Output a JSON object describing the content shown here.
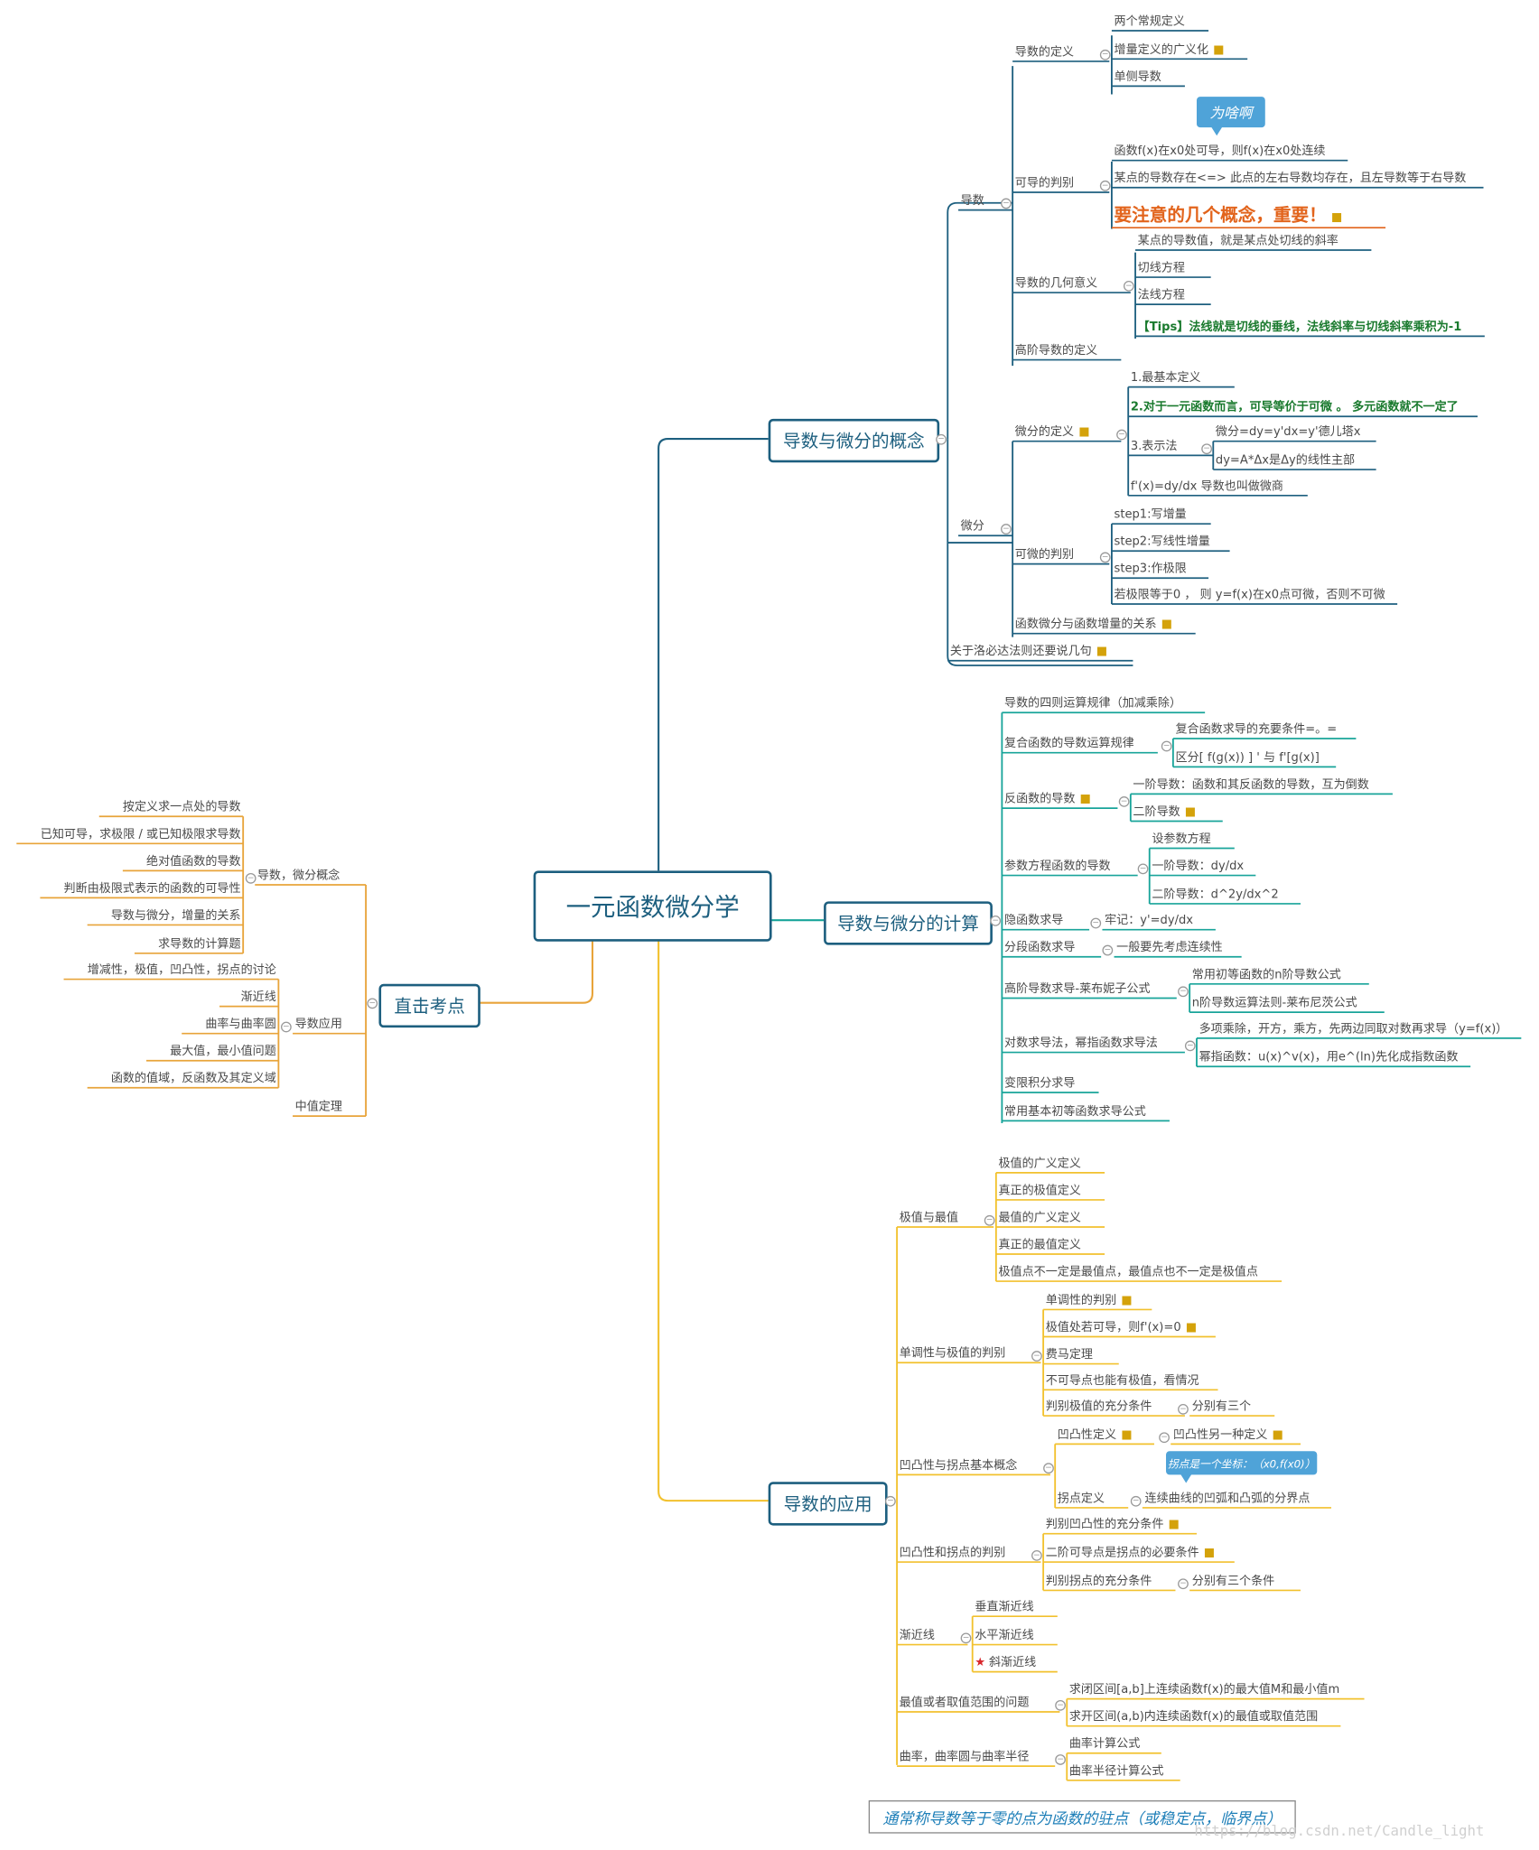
{
  "root": {
    "label": "一元函数微分学"
  },
  "colors": {
    "blue": "#1d5f7f",
    "teal": "#18a49a",
    "gold": "#f2c12e",
    "orange": "#e8a43a",
    "red": "#e2641c",
    "green": "#1a7a2e"
  },
  "branches": [
    {
      "id": "b1",
      "label": "导数与微分的概念"
    },
    {
      "id": "b2",
      "label": "导数与微分的计算"
    },
    {
      "id": "b3",
      "label": "导数的应用"
    },
    {
      "id": "b4",
      "label": "直击考点"
    }
  ],
  "labels": {
    "dshu": "导数",
    "weifen": "微分",
    "n_ddy": "导数的定义",
    "n_ddy1": "两个常规定义",
    "n_ddy2": "增量定义的广义化",
    "n_ddy3": "单侧导数",
    "tip1": "为啥啊",
    "n_kdpb": "可导的判别",
    "n_kd1": "函数f(x)在x0处可导，则f(x)在x0处连续",
    "n_kd2": "某点的导数存在<=> 此点的左右导数均存在，且左导数等于右导数",
    "n_kd3": "要注意的几个概念，重要！",
    "n_jh": "导数的几何意义",
    "n_jh1": "某点的导数值，就是某点处切线的斜率",
    "n_jh2": "切线方程",
    "n_jh3": "法线方程",
    "n_jh4": "【Tips】法线就是切线的垂线，法线斜率与切线斜率乘积为-1",
    "n_gj": "高阶导数的定义",
    "n_wfdy": "微分的定义",
    "n_wf1": "1.最基本定义",
    "n_wf2": "2.对于一元函数而言，可导等价于可微 。 多元函数就不一定了",
    "n_wf3": "3.表示法",
    "n_wf3a": "微分=dy=y'dx=y'德儿塔x",
    "n_wf3b": "dy=A*Δx是Δy的线性主部",
    "n_wf4": "f'(x)=dy/dx   导数也叫做微商",
    "n_kwpb": "可微的判别",
    "n_kw1": "step1:写增量",
    "n_kw2": "step2:写线性增量",
    "n_kw3": "step3:作极限",
    "n_kw4": "若极限等于0 ， 则 y=f(x)在x0点可微，否则不可微",
    "n_hswf": "函数微分与函数增量的关系",
    "n_lbd": "关于洛必达法则还要说几句",
    "c1": "导数的四则运算规律（加减乘除）",
    "c2": "复合函数的导数运算规律",
    "c2a": "复合函数求导的充要条件=。=",
    "c2b": "区分[ f(g(x)) ] ' 与 f'[g(x)]",
    "c3": "反函数的导数",
    "c3a": "一阶导数：函数和其反函数的导数，互为倒数",
    "c3b": "二阶导数",
    "c4": "参数方程函数的导数",
    "c4a": "设参数方程",
    "c4b": "一阶导数：dy/dx",
    "c4c": "二阶导数：d^2y/dx^2",
    "c5": "隐函数求导",
    "c5a": "牢记：y'=dy/dx",
    "c6": "分段函数求导",
    "c6a": "一般要先考虑连续性",
    "c7": "高阶导数求导-莱布妮子公式",
    "c7a": "常用初等函数的n阶导数公式",
    "c7b": "n阶导数运算法则-莱布尼茨公式",
    "c8": "对数求导法，幂指函数求导法",
    "c8a": "多项乘除，开方，乘方，先两边同取对数再求导（y=f(x)）",
    "c8b": "幂指函数：u(x)^v(x)，用e^(ln)先化成指数函数",
    "c9": "变限积分求导",
    "c10": "常用基本初等函数求导公式",
    "a1": "极值与最值",
    "a1a": "极值的广义定义",
    "a1b": "真正的极值定义",
    "a1c": "最值的广义定义",
    "a1d": "真正的最值定义",
    "a1e": "极值点不一定是最值点，最值点也不一定是极值点",
    "a2": "单调性与极值的判别",
    "a2a": "单调性的判别",
    "a2b": "极值处若可导，则f'(x)=0",
    "a2c": "费马定理",
    "a2d": "不可导点也能有极值，看情况",
    "a2e": "判别极值的充分条件",
    "a2f": "分别有三个",
    "a3": "凹凸性与拐点基本概念",
    "a3a": "凹凸性定义",
    "a3b": "凹凸性另一种定义",
    "tip2": "拐点是一个坐标：（x0,f(x0)）",
    "a3c": "拐点定义",
    "a3d": "连续曲线的凹弧和凸弧的分界点",
    "a4": "凹凸性和拐点的判别",
    "a4a": "判别凹凸性的充分条件",
    "a4b": "二阶可导点是拐点的必要条件",
    "a4c": "判别拐点的充分条件",
    "a4d": "分别有三个条件",
    "a5": "渐近线",
    "a5a": "垂直渐近线",
    "a5b": "水平渐近线",
    "a5c": "斜渐近线",
    "a6": "最值或者取值范围的问题",
    "a6a": "求闭区间[a,b]上连续函数f(x)的最大值M和最小值m",
    "a6b": "求开区间(a,b)内连续函数f(x)的最值或取值范围",
    "a7": "曲率，曲率圆与曲率半径",
    "a7a": "曲率计算公式",
    "a7b": "曲率半径计算公式",
    "k1": "导数，微分概念",
    "k1a": "按定义求一点处的导数",
    "k1b": "已知可导，求极限 / 或已知极限求导数",
    "k1c": "绝对值函数的导数",
    "k1d": "判断由极限式表示的函数的可导性",
    "k1e": "导数与微分，增量的关系",
    "k1f": "求导数的计算题",
    "k2": "导数应用",
    "k2a": "增减性，极值，凹凸性，拐点的讨论",
    "k2b": "渐近线",
    "k2c": "曲率与曲率圆",
    "k2d": "最大值，最小值问题",
    "k2e": "函数的值域，反函数及其定义域",
    "k3": "中值定理",
    "bottom": "通常称导数等于零的点为函数的驻点（或稳定点，临界点）",
    "wm": "https://blog.csdn.net/Candle_light"
  }
}
